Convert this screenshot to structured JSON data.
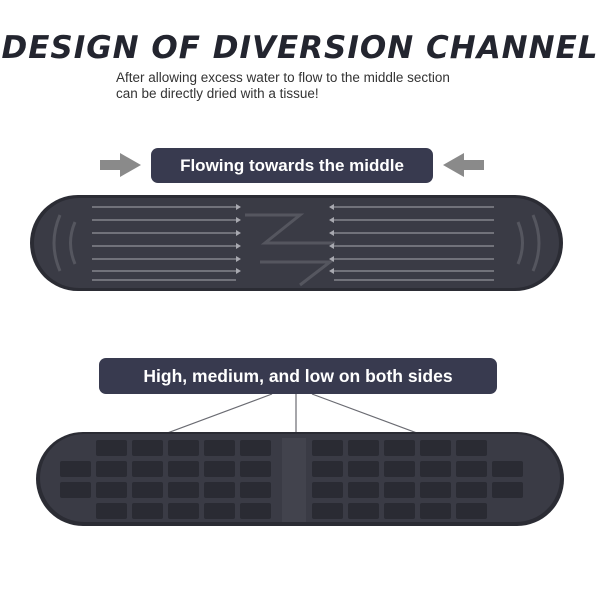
{
  "heading": {
    "title": "DESIGN OF DIVERSION CHANNEL",
    "subtitle_line1": "After allowing excess water to flow to the middle section",
    "subtitle_line2": "can be directly dried with a tissue!"
  },
  "callouts": {
    "flow_label": "Flowing towards the middle",
    "sides_label": "High, medium, and low on both sides"
  },
  "colors": {
    "mat": "#3a3b45",
    "mat_edge": "#2b2c34",
    "pill": "#383a4f",
    "arrow": "#8a8a8a",
    "text": "#23252f"
  },
  "icons": {
    "left_arrow": "arrow-right-icon",
    "right_arrow": "arrow-left-icon"
  }
}
